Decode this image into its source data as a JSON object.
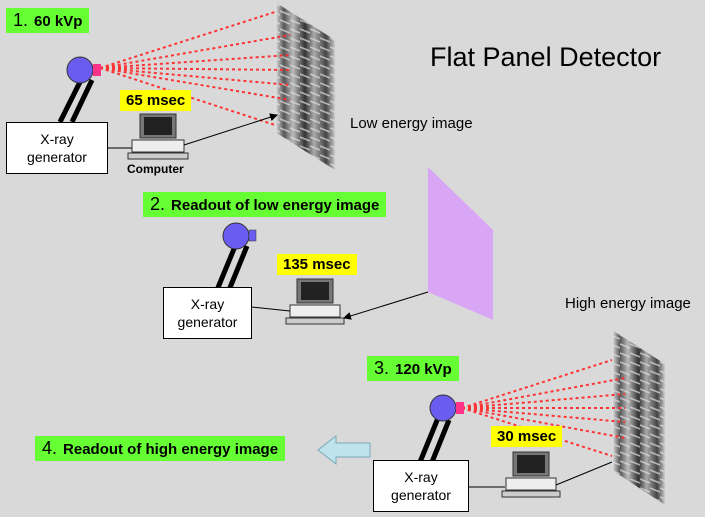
{
  "title": "Flat Panel Detector",
  "steps": [
    {
      "num": "1.",
      "text": "60 kVp"
    },
    {
      "num": "2.",
      "text": "Readout of low energy image"
    },
    {
      "num": "3.",
      "text": "120 kVp"
    },
    {
      "num": "4.",
      "text": "Readout of high energy image"
    }
  ],
  "timings": [
    "65 msec",
    "135 msec",
    "30 msec"
  ],
  "generator_label": [
    "X-ray",
    "generator"
  ],
  "computer_label": "Computer",
  "low_energy_label": "Low energy image",
  "high_energy_label": "High energy image",
  "colors": {
    "background": "#d9d9d9",
    "step_badge": "#66ff33",
    "timing_badge": "#ffff00",
    "xray_beam": "#ff3333",
    "tube": "#6b5cf0",
    "detector": "#d9a6f5",
    "arrow": "#bfe3ec"
  },
  "icons": [
    "xray-tube-icon",
    "computer-icon",
    "chest-xray-image",
    "flat-panel-detector",
    "left-arrow-icon"
  ]
}
